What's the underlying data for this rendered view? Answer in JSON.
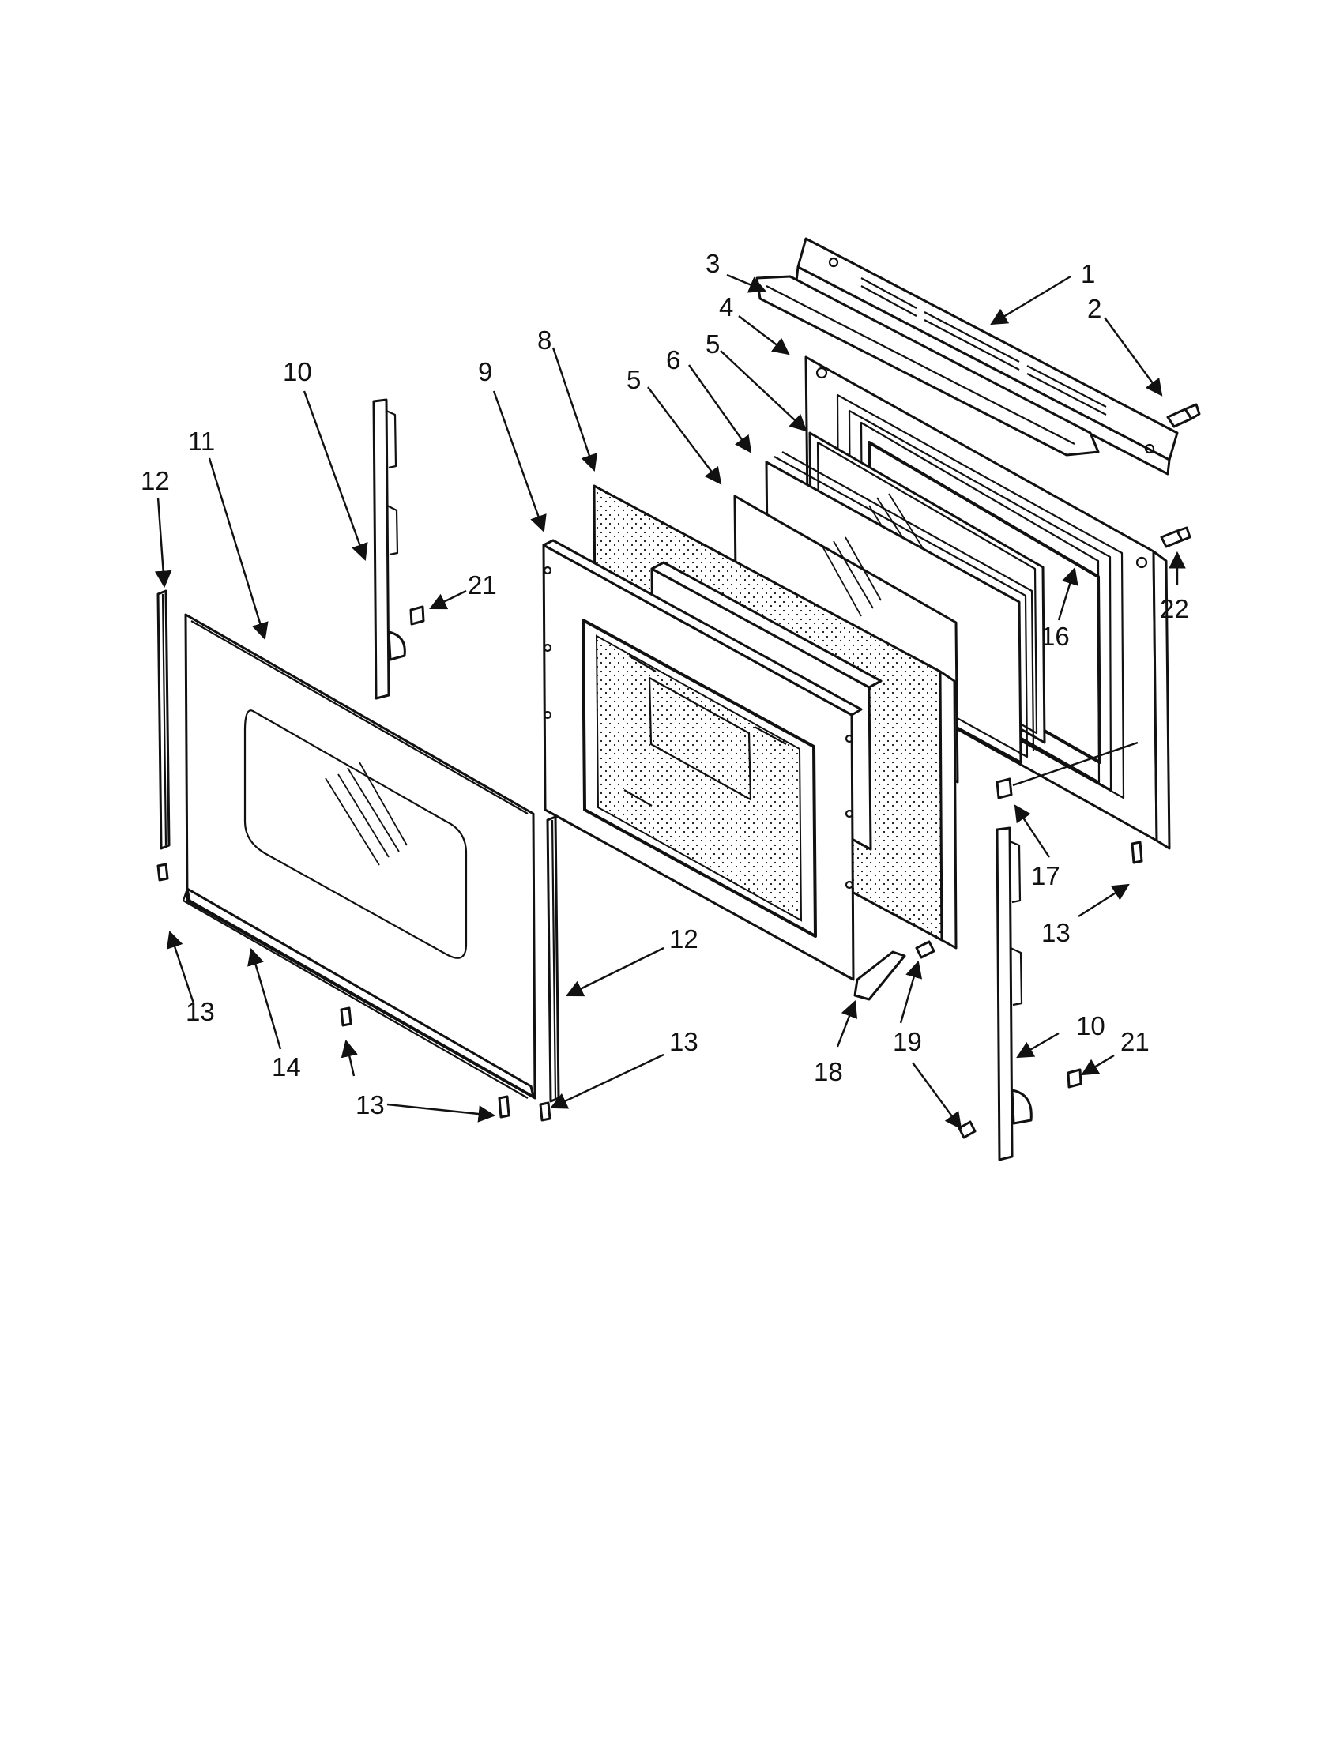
{
  "colors": {
    "line": "#111111",
    "background": "#ffffff",
    "insulation_dot": "#111111"
  },
  "callouts": [
    {
      "id": "c1",
      "text": "1"
    },
    {
      "id": "c2",
      "text": "2"
    },
    {
      "id": "c3",
      "text": "3"
    },
    {
      "id": "c4",
      "text": "4"
    },
    {
      "id": "c5a",
      "text": "5"
    },
    {
      "id": "c6",
      "text": "6"
    },
    {
      "id": "c5b",
      "text": "5"
    },
    {
      "id": "c8",
      "text": "8"
    },
    {
      "id": "c9",
      "text": "9"
    },
    {
      "id": "c10a",
      "text": "10"
    },
    {
      "id": "c11",
      "text": "11"
    },
    {
      "id": "c12a",
      "text": "12"
    },
    {
      "id": "c21a",
      "text": "21"
    },
    {
      "id": "c22",
      "text": "22"
    },
    {
      "id": "c16",
      "text": "16"
    },
    {
      "id": "c17",
      "text": "17"
    },
    {
      "id": "c13a",
      "text": "13"
    },
    {
      "id": "c13b",
      "text": "13"
    },
    {
      "id": "c14",
      "text": "14"
    },
    {
      "id": "c13c",
      "text": "13"
    },
    {
      "id": "c12b",
      "text": "12"
    },
    {
      "id": "c13d",
      "text": "13"
    },
    {
      "id": "c18",
      "text": "18"
    },
    {
      "id": "c19",
      "text": "19"
    },
    {
      "id": "c10b",
      "text": "10"
    },
    {
      "id": "c21b",
      "text": "21"
    }
  ]
}
